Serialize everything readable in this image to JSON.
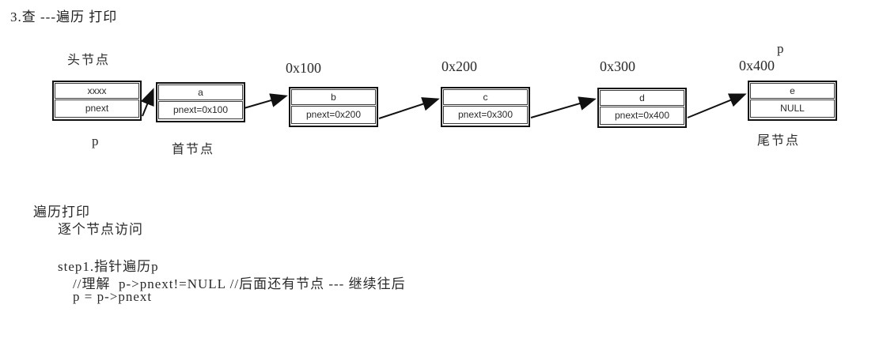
{
  "title": "3.查 ---遍历 打印",
  "diagram": {
    "labels": {
      "head_node": "头节点",
      "first_node": "首节点",
      "tail_node": "尾节点",
      "p_under_head": "p",
      "p_above_tail": "p"
    },
    "nodes": [
      {
        "name": "head",
        "address": "",
        "data": "xxxx",
        "pointer": "pnext"
      },
      {
        "name": "a",
        "address": "",
        "data": "a",
        "pointer": "pnext=0x100"
      },
      {
        "name": "b",
        "address": "0x100",
        "data": "b",
        "pointer": "pnext=0x200"
      },
      {
        "name": "c",
        "address": "0x200",
        "data": "c",
        "pointer": "pnext=0x300"
      },
      {
        "name": "d",
        "address": "0x300",
        "data": "d",
        "pointer": "pnext=0x400"
      },
      {
        "name": "e",
        "address": "0x400",
        "data": "e",
        "pointer": "NULL"
      }
    ],
    "arrow_color": "#111111"
  },
  "notes": {
    "line1": "遍历打印",
    "line2": "逐个节点访问",
    "line3": "step1.指针遍历p",
    "line4": "//理解  p->pnext!=NULL //后面还有节点 --- 继续往后",
    "line5": "p = p->pnext"
  },
  "colors": {
    "ink": "#1f1f1f",
    "background": "#ffffff"
  }
}
